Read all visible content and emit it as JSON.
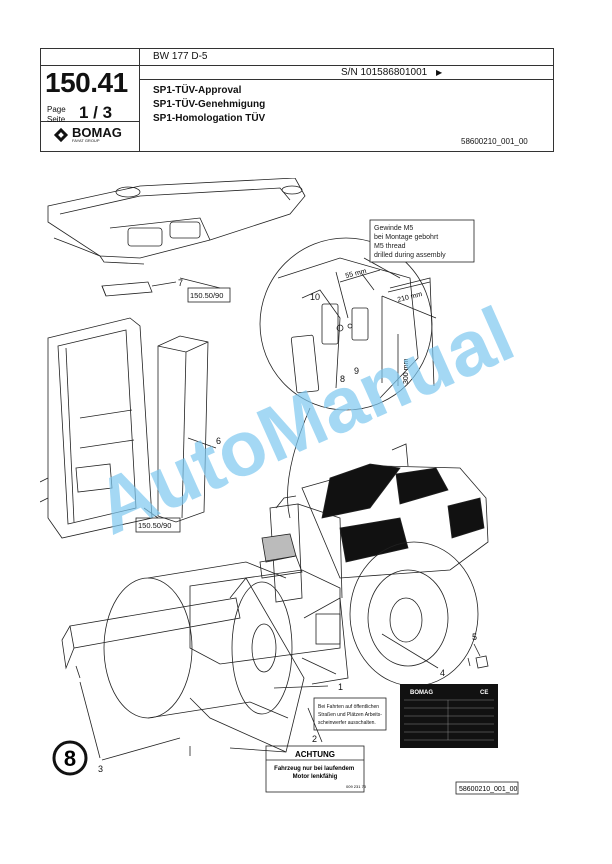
{
  "header": {
    "page_number": "150.41",
    "page_label_en": "Page",
    "page_label_de": "Seite",
    "page_fraction": "1 / 3",
    "model": "BW 177 D-5",
    "serial": "S/N 101586801001",
    "serial_arrow": "▶",
    "titles": [
      "SP1-TÜV-Approval",
      "SP1-TÜV-Genehmigung",
      "SP1-Homologation TÜV"
    ],
    "doc_id": "58600210_001_00",
    "brand": "BOMAG",
    "brand_sub": "FAYAT GROUP"
  },
  "callout": {
    "lines": [
      "Gewinde M5",
      "bei Montage gebohrt",
      "M5 thread",
      "drilled during assembly"
    ],
    "dim_55": "55 mm",
    "dim_210": "210 mm",
    "dim_300": "300 mm"
  },
  "labels": {
    "n1": "1",
    "n2": "2",
    "n3": "3",
    "n4": "4",
    "n5": "5",
    "n6": "6",
    "n7": "7",
    "n8": "8",
    "n9": "9",
    "n10": "10",
    "ref_top": "150.50/90",
    "ref_mid": "150.50/90"
  },
  "sign_small": {
    "lines": [
      "Bei Fahrten auf öffentlichen",
      "Straßen und Plätzen Arbeits-",
      "scheinwerfer ausschalten."
    ]
  },
  "sign_achtung": {
    "title": "ACHTUNG",
    "lines": [
      "Fahrzeug nur bei laufendem",
      "Motor lenkfähig"
    ],
    "code": "009 231 73"
  },
  "plate": {
    "brand": "BOMAG",
    "mark": "CE"
  },
  "badge_number": "8",
  "footer_id": "58600210_001_00",
  "watermark": "AutoManual"
}
